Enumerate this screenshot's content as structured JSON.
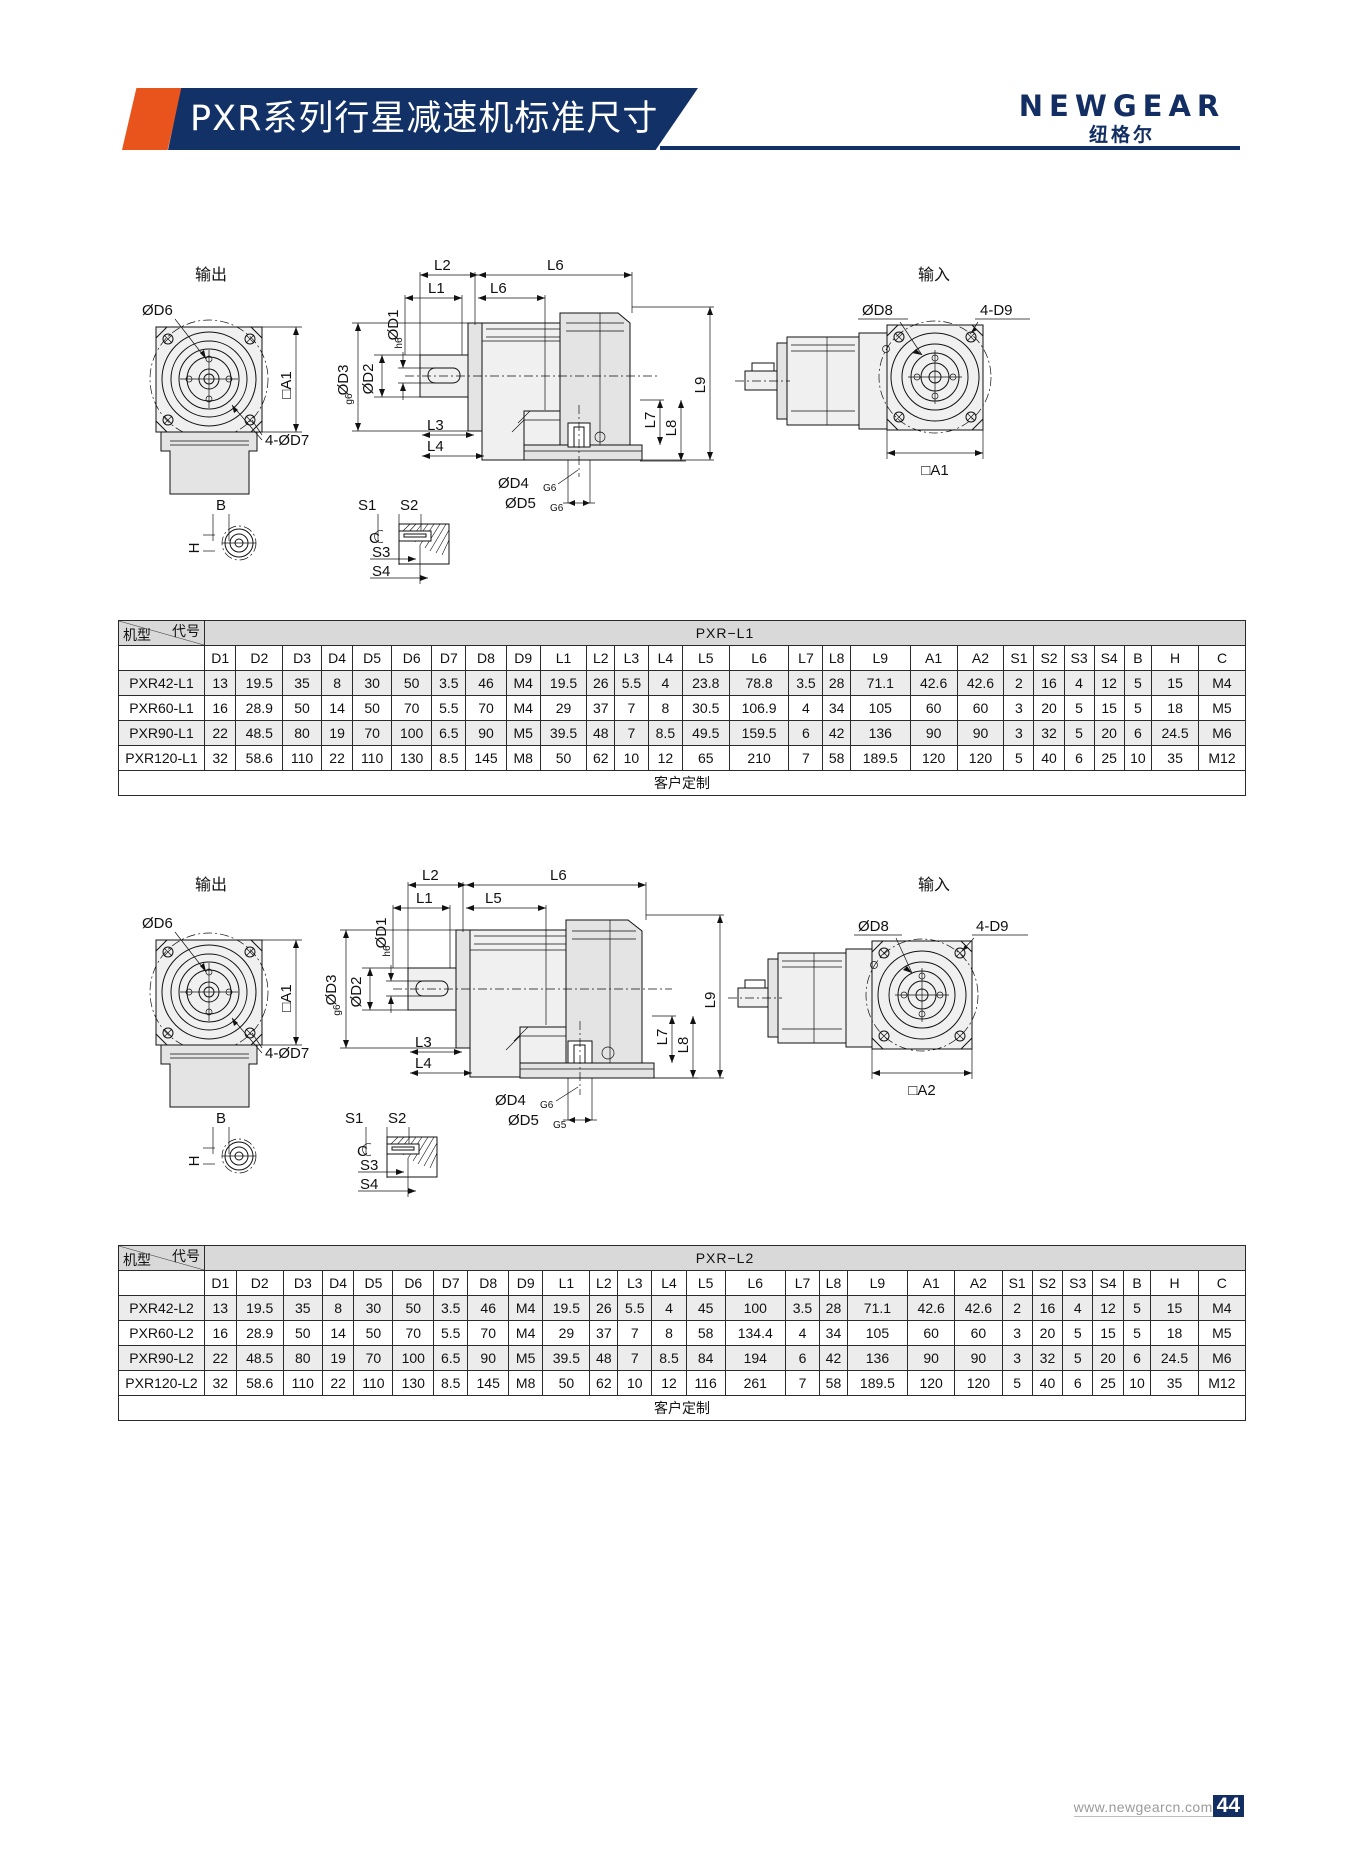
{
  "header": {
    "title": "PXR系列行星减速机标准尺寸",
    "logo_main": "NEWGEAR",
    "logo_cn": "纽格尔"
  },
  "drawings": [
    {
      "id": "pxr-l1",
      "labels": {
        "output": "输出",
        "input": "输入",
        "d6": "ØD6",
        "a1": "□A1",
        "d7": "4-ØD7",
        "b": "B",
        "h": "H",
        "s1": "S1",
        "s2": "S2",
        "s3": "S3",
        "s4": "S4",
        "c": "C",
        "d1": "ØD1",
        "d1_sub": "h6",
        "d2": "ØD2",
        "d3": "ØD3",
        "d3_sub": "g6",
        "d4": "ØD4",
        "d4_sub": "G6",
        "d5": "ØD5",
        "d5_sub": "G6",
        "d8": "ØD8",
        "d9": "4-D9",
        "l1": "L1",
        "l2": "L2",
        "l3": "L3",
        "l4": "L4",
        "l6a": "L6",
        "l6b": "L6",
        "l7": "L7",
        "l8": "L8",
        "l9": "L9",
        "a1r": "□A1"
      }
    },
    {
      "id": "pxr-l2",
      "labels": {
        "output": "输出",
        "input": "输入",
        "d6": "ØD6",
        "a1": "□A1",
        "d7": "4-ØD7",
        "b": "B",
        "h": "H",
        "s1": "S1",
        "s2": "S2",
        "s3": "S3",
        "s4": "S4",
        "c": "C",
        "d1": "ØD1",
        "d1_sub": "h6",
        "d2": "ØD2",
        "d3": "ØD3",
        "d3_sub": "g6",
        "d4": "ØD4",
        "d4_sub": "G6",
        "d5": "ØD5",
        "d5_sub": "G5",
        "d8": "ØD8",
        "d9": "4-D9",
        "l1": "L1",
        "l2": "L2",
        "l3": "L3",
        "l4": "L4",
        "l5": "L5",
        "l6": "L6",
        "l7": "L7",
        "l8": "L8",
        "l9": "L9",
        "a2r": "□A2"
      }
    }
  ],
  "tables": [
    {
      "id": "table-pxr-l1",
      "corner_code_label": "代号",
      "corner_model_label": "机型",
      "title": "PXR−L1",
      "columns": [
        "D1",
        "D2",
        "D3",
        "D4",
        "D5",
        "D6",
        "D7",
        "D8",
        "D9",
        "L1",
        "L2",
        "L3",
        "L4",
        "L5",
        "L6",
        "L7",
        "L8",
        "L9",
        "A1",
        "A2",
        "S1",
        "S2",
        "S3",
        "S4",
        "B",
        "H",
        "C"
      ],
      "rows": [
        {
          "name": "PXR42-L1",
          "values": [
            "13",
            "19.5",
            "35",
            "8",
            "30",
            "50",
            "3.5",
            "46",
            "M4",
            "19.5",
            "26",
            "5.5",
            "4",
            "23.8",
            "78.8",
            "3.5",
            "28",
            "71.1",
            "42.6",
            "42.6",
            "2",
            "16",
            "4",
            "12",
            "5",
            "15",
            "M4"
          ]
        },
        {
          "name": "PXR60-L1",
          "values": [
            "16",
            "28.9",
            "50",
            "14",
            "50",
            "70",
            "5.5",
            "70",
            "M4",
            "29",
            "37",
            "7",
            "8",
            "30.5",
            "106.9",
            "4",
            "34",
            "105",
            "60",
            "60",
            "3",
            "20",
            "5",
            "15",
            "5",
            "18",
            "M5"
          ]
        },
        {
          "name": "PXR90-L1",
          "values": [
            "22",
            "48.5",
            "80",
            "19",
            "70",
            "100",
            "6.5",
            "90",
            "M5",
            "39.5",
            "48",
            "7",
            "8.5",
            "49.5",
            "159.5",
            "6",
            "42",
            "136",
            "90",
            "90",
            "3",
            "32",
            "5",
            "20",
            "6",
            "24.5",
            "M6"
          ]
        },
        {
          "name": "PXR120-L1",
          "values": [
            "32",
            "58.6",
            "110",
            "22",
            "110",
            "130",
            "8.5",
            "145",
            "M8",
            "50",
            "62",
            "10",
            "12",
            "65",
            "210",
            "7",
            "58",
            "189.5",
            "120",
            "120",
            "5",
            "40",
            "6",
            "25",
            "10",
            "35",
            "M12"
          ]
        }
      ],
      "footer_note": "客户定制"
    },
    {
      "id": "table-pxr-l2",
      "corner_code_label": "代号",
      "corner_model_label": "机型",
      "title": "PXR−L2",
      "columns": [
        "D1",
        "D2",
        "D3",
        "D4",
        "D5",
        "D6",
        "D7",
        "D8",
        "D9",
        "L1",
        "L2",
        "L3",
        "L4",
        "L5",
        "L6",
        "L7",
        "L8",
        "L9",
        "A1",
        "A2",
        "S1",
        "S2",
        "S3",
        "S4",
        "B",
        "H",
        "C"
      ],
      "rows": [
        {
          "name": "PXR42-L2",
          "values": [
            "13",
            "19.5",
            "35",
            "8",
            "30",
            "50",
            "3.5",
            "46",
            "M4",
            "19.5",
            "26",
            "5.5",
            "4",
            "45",
            "100",
            "3.5",
            "28",
            "71.1",
            "42.6",
            "42.6",
            "2",
            "16",
            "4",
            "12",
            "5",
            "15",
            "M4"
          ]
        },
        {
          "name": "PXR60-L2",
          "values": [
            "16",
            "28.9",
            "50",
            "14",
            "50",
            "70",
            "5.5",
            "70",
            "M4",
            "29",
            "37",
            "7",
            "8",
            "58",
            "134.4",
            "4",
            "34",
            "105",
            "60",
            "60",
            "3",
            "20",
            "5",
            "15",
            "5",
            "18",
            "M5"
          ]
        },
        {
          "name": "PXR90-L2",
          "values": [
            "22",
            "48.5",
            "80",
            "19",
            "70",
            "100",
            "6.5",
            "90",
            "M5",
            "39.5",
            "48",
            "7",
            "8.5",
            "84",
            "194",
            "6",
            "42",
            "136",
            "90",
            "90",
            "3",
            "32",
            "5",
            "20",
            "6",
            "24.5",
            "M6"
          ]
        },
        {
          "name": "PXR120-L2",
          "values": [
            "32",
            "58.6",
            "110",
            "22",
            "110",
            "130",
            "8.5",
            "145",
            "M8",
            "50",
            "62",
            "10",
            "12",
            "116",
            "261",
            "7",
            "58",
            "189.5",
            "120",
            "120",
            "5",
            "40",
            "6",
            "25",
            "10",
            "35",
            "M12"
          ]
        }
      ],
      "footer_note": "客户定制"
    }
  ],
  "footer": {
    "url": "www.newgearcn.com",
    "page": "44"
  }
}
